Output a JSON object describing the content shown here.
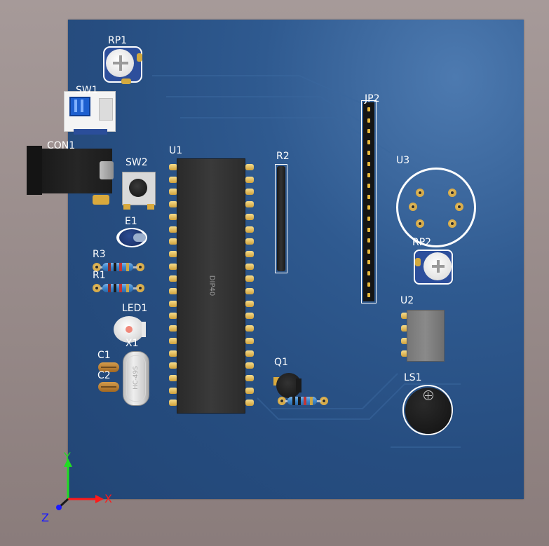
{
  "board": {
    "colors": {
      "background": "#9f9392",
      "board": "#2f5a90",
      "silkscreen": "#ffffff",
      "copper_pad": "#e0b34a"
    }
  },
  "components": {
    "RP1": "RP1",
    "SW1": "SW1",
    "CON1": "CON1",
    "SW2": "SW2",
    "U1": "U1",
    "R2": "R2",
    "JP2": "JP2",
    "U3": "U3",
    "E1": "E1",
    "R3": "R3",
    "R1": "R1",
    "LED1": "LED1",
    "X1": "X1",
    "C1": "C1",
    "C2": "C2",
    "Q1": "Q1",
    "RP2": "RP2",
    "U2": "U2",
    "LS1": "LS1"
  },
  "chip_marking": "DIP40",
  "crystal_marking": "HC-49S",
  "axes": {
    "x": "X",
    "y": "Y",
    "z": "Z",
    "x_color": "#ff1a1a",
    "y_color": "#22dd22",
    "z_color": "#1a1aff"
  }
}
